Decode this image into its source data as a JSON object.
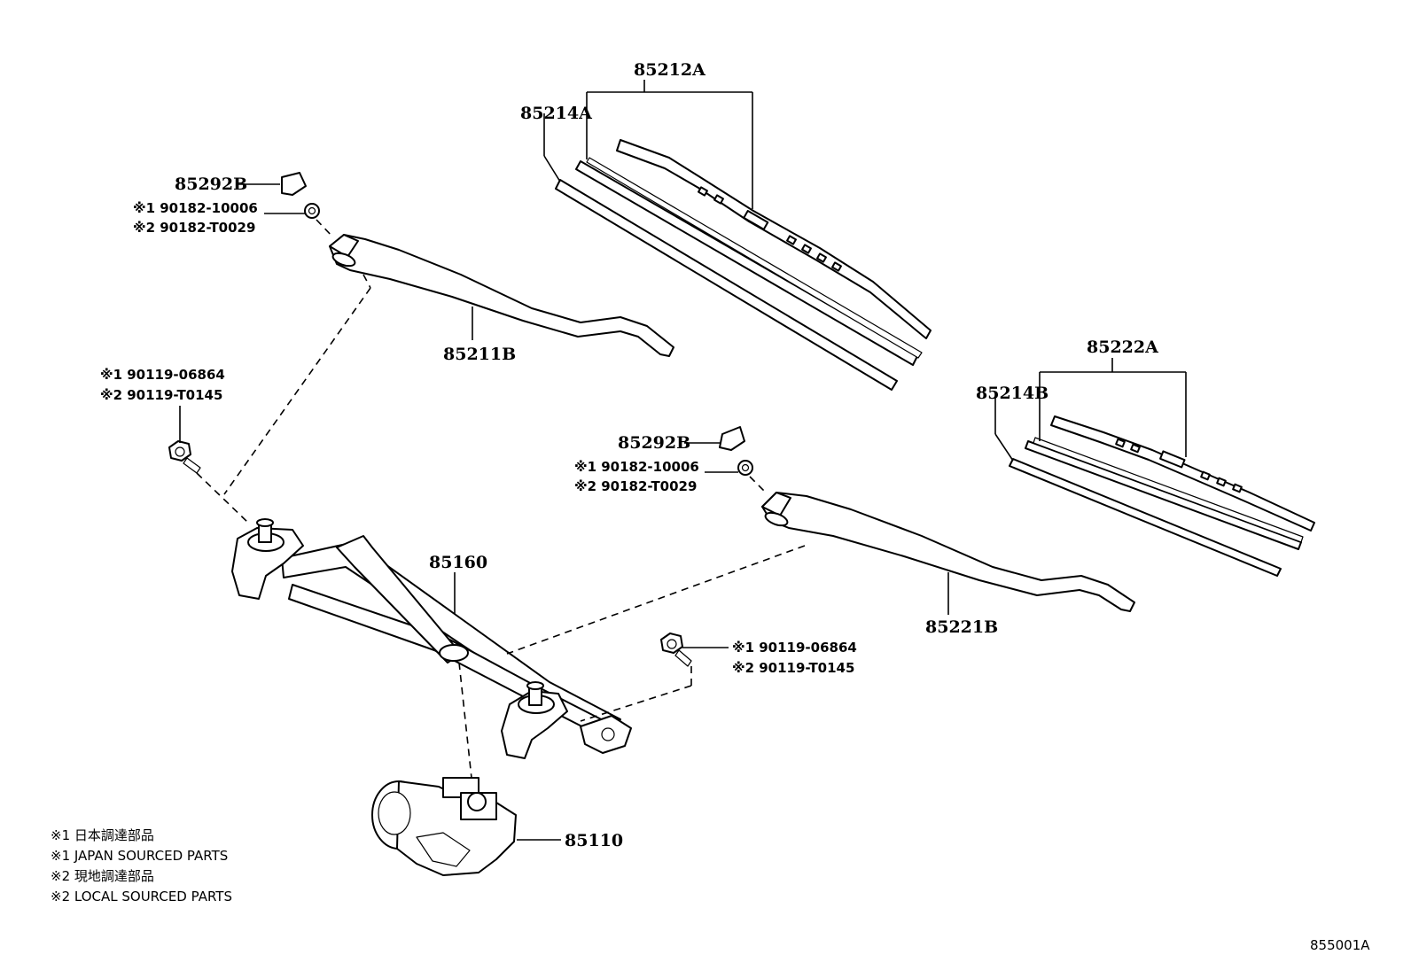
{
  "parts": {
    "blade_left_assy": "85212A",
    "rubber_left": "85214A",
    "cap_left": "85292B",
    "nut_left_1": "※1 90182-10006",
    "nut_left_2": "※2 90182-T0029",
    "arm_left": "85211B",
    "bolt_left_1": "※1 90119-06864",
    "bolt_left_2": "※2 90119-T0145",
    "blade_right_assy": "85222A",
    "rubber_right": "85214B",
    "cap_right": "85292B",
    "nut_right_1": "※1 90182-10006",
    "nut_right_2": "※2 90182-T0029",
    "arm_right": "85221B",
    "linkage": "85160",
    "bolt_right_1": "※1 90119-06864",
    "bolt_right_2": "※2 90119-T0145",
    "motor": "85110"
  },
  "notes": [
    "※1 日本調達部品",
    "※1 JAPAN SOURCED PARTS",
    "※2 現地調達部品",
    "※2 LOCAL SOURCED PARTS"
  ],
  "figure_code": "855001A"
}
